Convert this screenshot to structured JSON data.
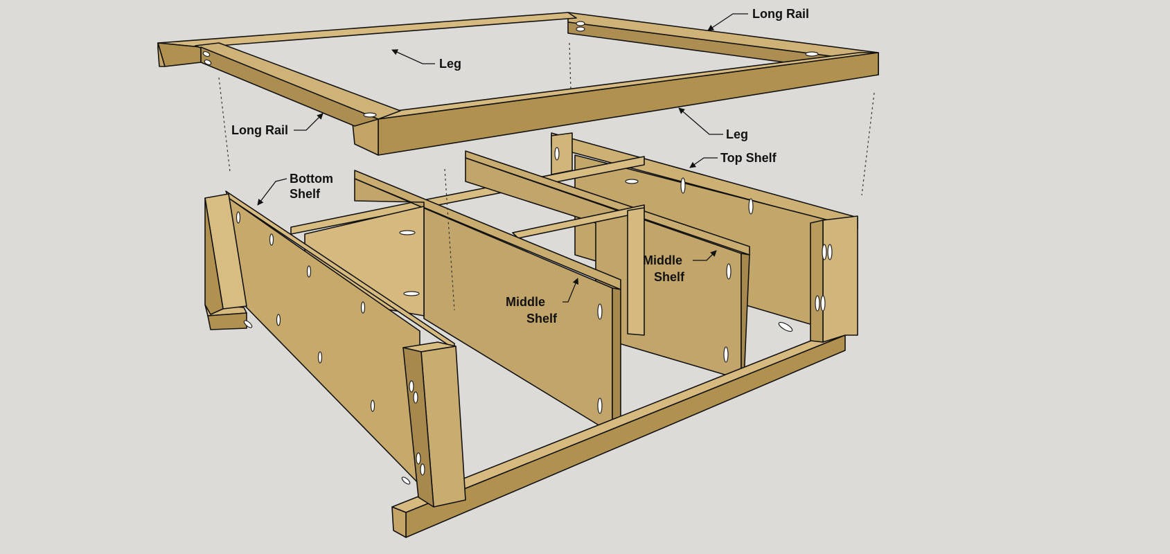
{
  "colors": {
    "background": "#dcdbd7",
    "wood_light": "#d2b57a",
    "wood_mid": "#c7a96c",
    "wood_dark": "#a8894d",
    "panel": "#cdb174",
    "panel_shade": "#b99b5e",
    "outline": "#111111"
  },
  "labels": {
    "long_rail_top": "Long Rail",
    "leg_top_left": "Leg",
    "long_rail_left": "Long Rail",
    "leg_right": "Leg",
    "top_shelf": "Top Shelf",
    "bottom_shelf_line1": "Bottom",
    "bottom_shelf_line2": "Shelf",
    "middle_shelf_center_line1": "Middle",
    "middle_shelf_center_line2": "Shelf",
    "middle_shelf_right_line1": "Middle",
    "middle_shelf_right_line2": "Shelf"
  },
  "icons": {
    "pocket_hole": "pocket-hole-icon",
    "leader_arrow": "arrow-icon"
  }
}
